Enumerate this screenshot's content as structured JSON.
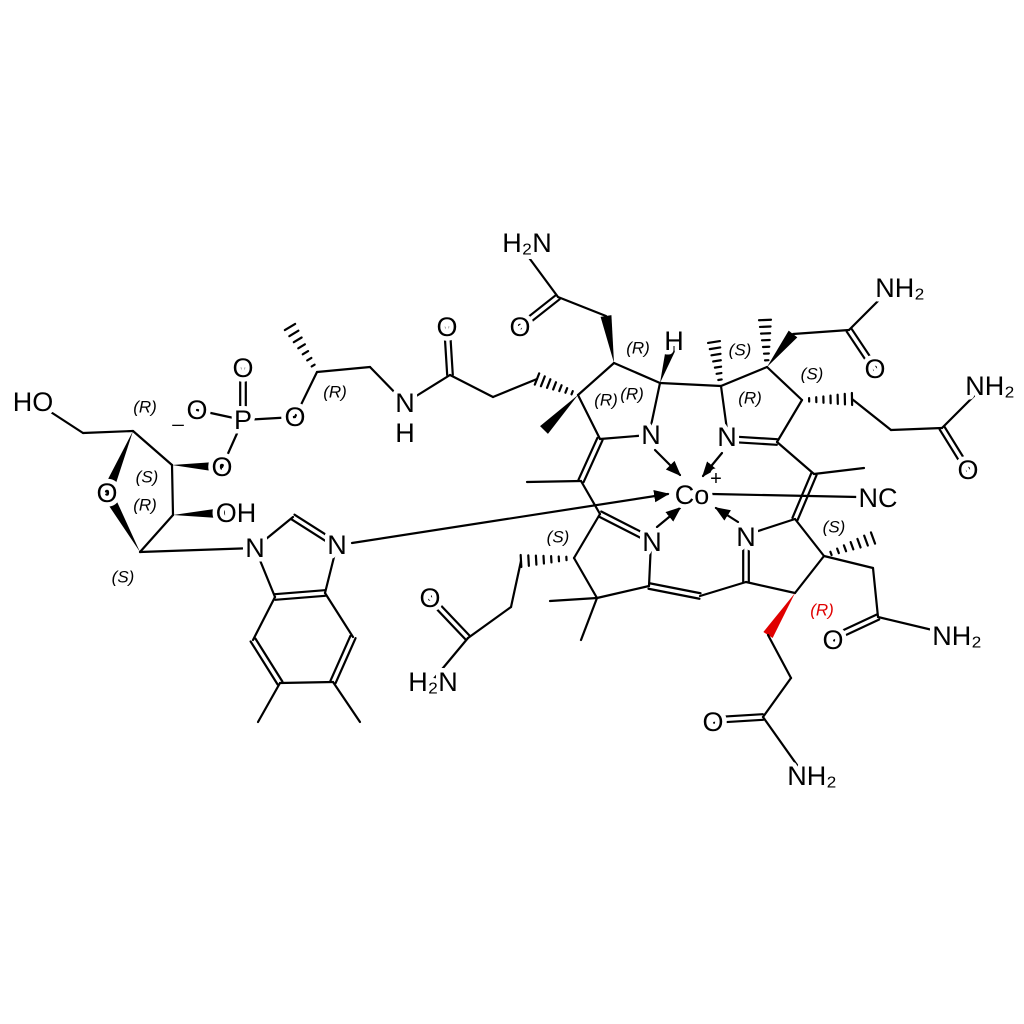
{
  "atom_labels": {
    "amide_a_nh2": "H₂N",
    "amide_a_o": "O",
    "ring_a_h": "H",
    "ring_a_n": "N",
    "ring_b_n": "N",
    "amide_b_nh2": "NH₂",
    "amide_b_o": "O",
    "amide_c_nh2": "NH₂",
    "amide_c_o": "O",
    "cobalt": "Co",
    "cobalt_charge": "+",
    "cyano": "NC",
    "ring_c_n": "N",
    "ring_d_n": "N",
    "amide_d_o": "O",
    "amide_d_nh2": "NH₂",
    "amide_e_o": "O",
    "amide_e_nh2": "NH₂",
    "amide_f_o": "O",
    "amide_f_nh2": "H₂N",
    "linker_n": "N",
    "linker_h": "H",
    "linker_o": "O",
    "phosphate_o_ester": "O",
    "phosphorus": "P",
    "phosphate_o_double": "O",
    "phosphate_o_minus": "O",
    "minus_sign": "_",
    "hydroxymethyl": "HO",
    "ribose_o3": "O",
    "ribose_ring_o": "O",
    "ribose_oh": "OH",
    "benzimidazole_n1": "N",
    "benzimidazole_n3": "N"
  },
  "stereo_labels": [
    "(R)",
    "(R)",
    "(S)",
    "(R)",
    "(S)",
    "(R)",
    "(R)",
    "(R)",
    "(S)",
    "(R)",
    "(S)",
    "(S)",
    "(S)",
    "(R)"
  ],
  "colors": {
    "bond": "#000000",
    "highlight": "#e00000"
  }
}
